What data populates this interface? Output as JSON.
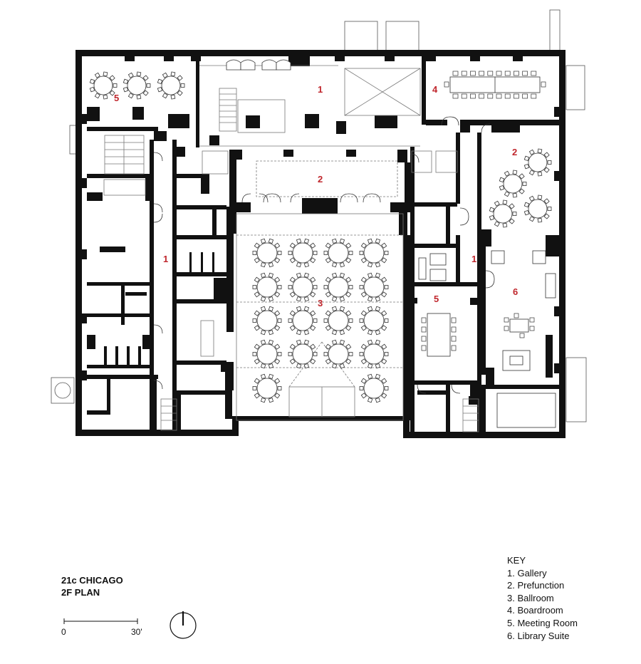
{
  "plan": {
    "title_line1": "21c CHICAGO",
    "title_line2": "2F PLAN",
    "scale": {
      "start": "0",
      "end": "30'"
    }
  },
  "key": {
    "heading": "KEY",
    "items": [
      "1. Gallery",
      "2. Prefunction",
      "3. Ballroom",
      "4. Boardroom",
      "5. Meeting Room",
      "6. Library Suite"
    ]
  },
  "rooms": [
    {
      "num": "1",
      "id": "gallery-north"
    },
    {
      "num": "2",
      "id": "prefunction-center"
    },
    {
      "num": "3",
      "id": "ballroom"
    },
    {
      "num": "4",
      "id": "boardroom"
    },
    {
      "num": "5",
      "id": "meeting-room-nw"
    },
    {
      "num": "2",
      "id": "prefunction-east"
    },
    {
      "num": "1",
      "id": "gallery-west"
    },
    {
      "num": "1",
      "id": "gallery-east"
    },
    {
      "num": "5",
      "id": "meeting-room-east"
    },
    {
      "num": "6",
      "id": "library-suite"
    }
  ],
  "colors": {
    "wall": "#111111",
    "room_number": "#c0272d",
    "line": "#555555"
  },
  "icons": [
    "north-arrow-icon"
  ]
}
